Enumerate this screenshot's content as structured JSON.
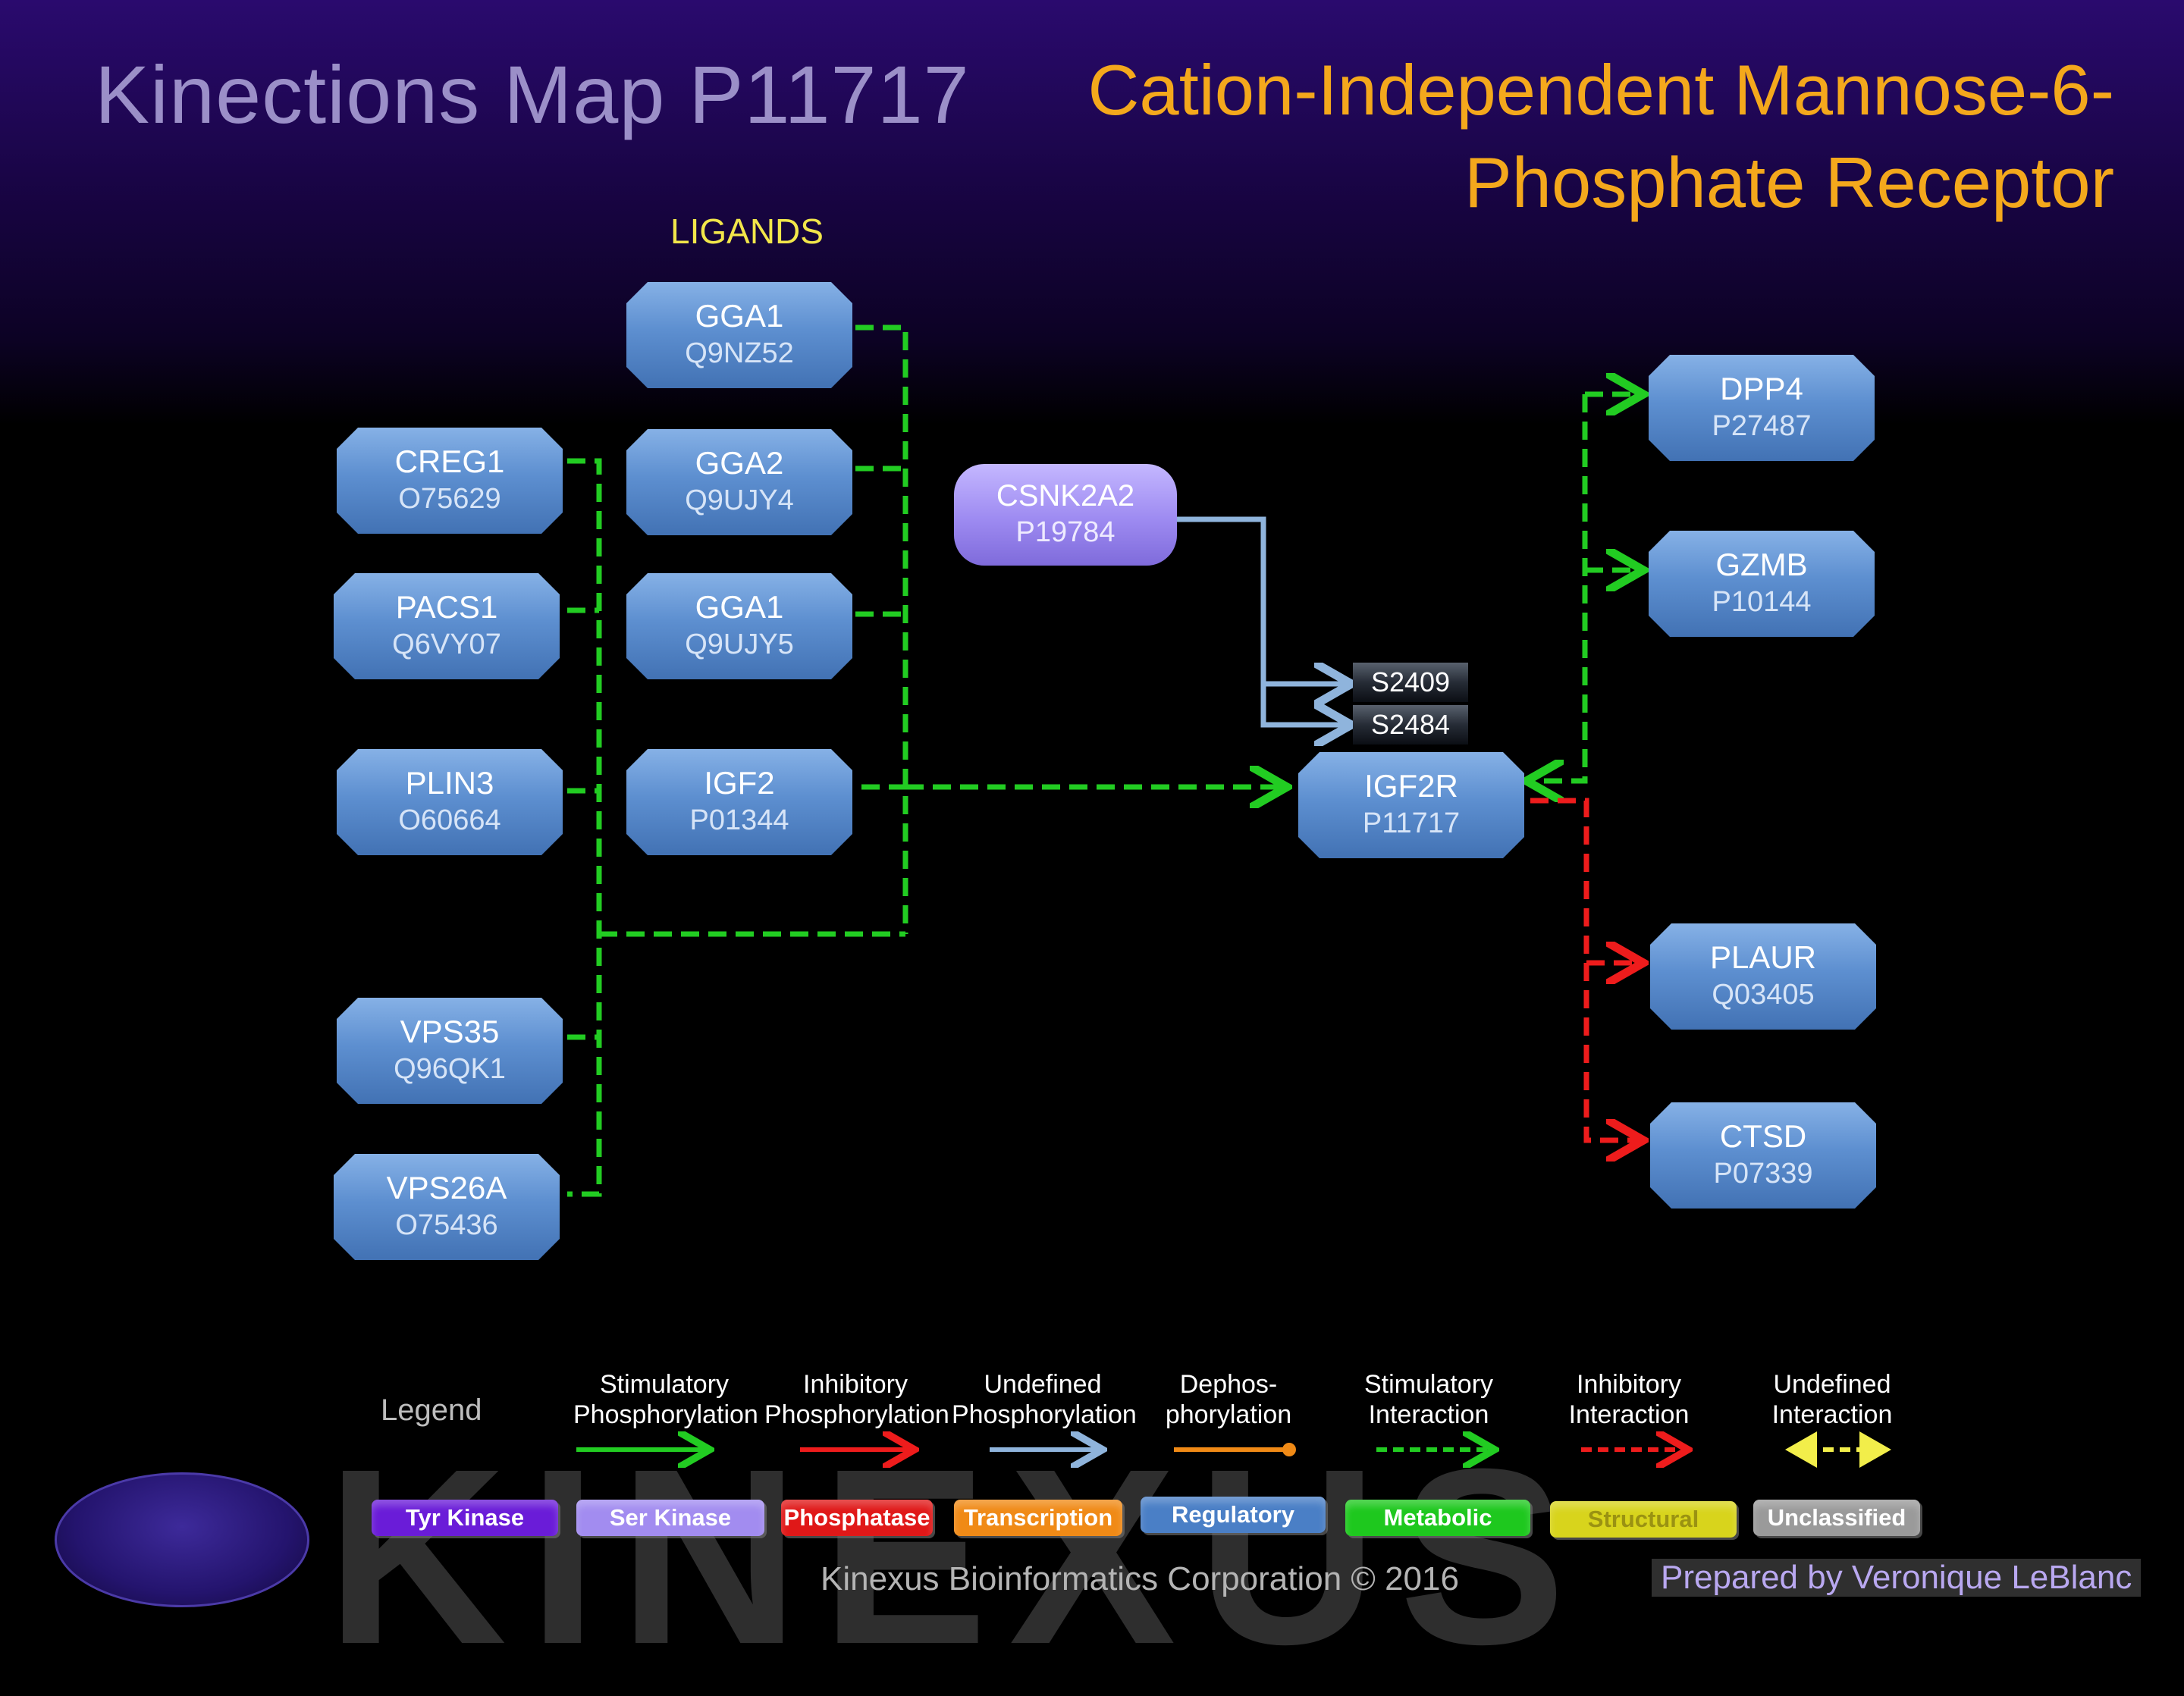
{
  "header": {
    "title": "Kinections Map P11717",
    "protein_name": "Cation-Independent Mannose-6-Phosphate Receptor",
    "ligands_label": "LIGANDS"
  },
  "nodes": {
    "gga1_top": {
      "gene": "GGA1",
      "accession": "Q9NZ52",
      "class": "Regulatory"
    },
    "creg1": {
      "gene": "CREG1",
      "accession": "O75629",
      "class": "Regulatory"
    },
    "gga2": {
      "gene": "GGA2",
      "accession": "Q9UJY4",
      "class": "Regulatory"
    },
    "pacs1": {
      "gene": "PACS1",
      "accession": "Q6VY07",
      "class": "Regulatory"
    },
    "gga1_mid": {
      "gene": "GGA1",
      "accession": "Q9UJY5",
      "class": "Regulatory"
    },
    "plin3": {
      "gene": "PLIN3",
      "accession": "O60664",
      "class": "Regulatory"
    },
    "igf2": {
      "gene": "IGF2",
      "accession": "P01344",
      "class": "Regulatory"
    },
    "vps35": {
      "gene": "VPS35",
      "accession": "Q96QK1",
      "class": "Regulatory"
    },
    "vps26a": {
      "gene": "VPS26A",
      "accession": "O75436",
      "class": "Regulatory"
    },
    "csnk2a2": {
      "gene": "CSNK2A2",
      "accession": "P19784",
      "class": "Ser Kinase"
    },
    "igf2r": {
      "gene": "IGF2R",
      "accession": "P11717",
      "class": "Regulatory"
    },
    "dpp4": {
      "gene": "DPP4",
      "accession": "P27487",
      "class": "Regulatory"
    },
    "gzmb": {
      "gene": "GZMB",
      "accession": "P10144",
      "class": "Regulatory"
    },
    "plaur": {
      "gene": "PLAUR",
      "accession": "Q03405",
      "class": "Regulatory"
    },
    "ctsd": {
      "gene": "CTSD",
      "accession": "P07339",
      "class": "Regulatory"
    }
  },
  "sites": [
    "S2409",
    "S2484"
  ],
  "edges": [
    {
      "from": "ligands",
      "to": "IGF2R",
      "type": "Stimulatory Interaction"
    },
    {
      "from": "CSNK2A2",
      "to": "IGF2R S2409",
      "type": "Undefined Phosphorylation"
    },
    {
      "from": "CSNK2A2",
      "to": "IGF2R S2484",
      "type": "Undefined Phosphorylation"
    },
    {
      "from": "IGF2R",
      "to": "DPP4",
      "type": "Stimulatory Interaction"
    },
    {
      "from": "IGF2R",
      "to": "GZMB",
      "type": "Stimulatory Interaction"
    },
    {
      "from": "IGF2R",
      "to": "PLAUR",
      "type": "Inhibitory Interaction"
    },
    {
      "from": "IGF2R",
      "to": "CTSD",
      "type": "Inhibitory Interaction"
    }
  ],
  "legend": {
    "title": "Legend",
    "edge_types": [
      {
        "label": "Stimulatory Phosphorylation",
        "color": "#22cc22",
        "style": "solid-arrow"
      },
      {
        "label": "Inhibitory Phosphorylation",
        "color": "#ee1c1c",
        "style": "solid-arrow"
      },
      {
        "label": "Undefined Phosphorylation",
        "color": "#8fb4dc",
        "style": "solid-arrow"
      },
      {
        "label": "Dephos-phorylation",
        "color": "#f08a16",
        "style": "solid-dot"
      },
      {
        "label": "Stimulatory Interaction",
        "color": "#22cc22",
        "style": "dashed-arrow"
      },
      {
        "label": "Inhibitory Interaction",
        "color": "#ee1c1c",
        "style": "dashed-arrow"
      },
      {
        "label": "Undefined Interaction",
        "color": "#f2ee4a",
        "style": "dashed-double-arrow"
      }
    ],
    "node_types": [
      {
        "label": "Tyr Kinase",
        "color": "#6a1cd8",
        "text_color": "#ffffff"
      },
      {
        "label": "Ser Kinase",
        "color": "#a28cf0",
        "text_color": "#ffffff"
      },
      {
        "label": "Phosphatase",
        "color": "#e01818",
        "text_color": "#ffffff"
      },
      {
        "label": "Transcription",
        "color": "#f08a16",
        "text_color": "#ffffff"
      },
      {
        "label": "Regulatory",
        "color": "#4a7fc6",
        "text_color": "#ffffff"
      },
      {
        "label": "Metabolic",
        "color": "#1ec81e",
        "text_color": "#ffffff"
      },
      {
        "label": "Structural",
        "color": "#d8d41c",
        "text_color": "#9a9212"
      },
      {
        "label": "Unclassified",
        "color": "#9a9a9a",
        "text_color": "#ffffff"
      }
    ]
  },
  "footer": {
    "watermark": "KINEXUS",
    "copyright": "Kinexus Bioinformatics Corporation © 2016",
    "prepared_by": "Prepared by Veronique LeBlanc"
  }
}
